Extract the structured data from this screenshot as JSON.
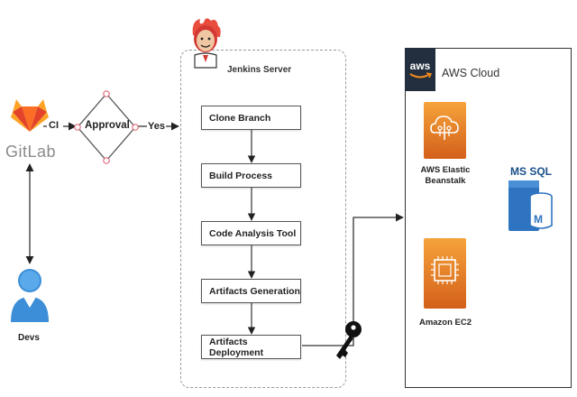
{
  "gitlab": {
    "label": "GitLab"
  },
  "devs": {
    "label": "Devs"
  },
  "flow": {
    "ci_label": "CI",
    "approval_label": "Approval",
    "yes_label": "Yes"
  },
  "jenkins": {
    "title": "Jenkins Server",
    "steps": [
      "Clone Branch",
      "Build Process",
      "Code Analysis Tool",
      "Artifacts Generation",
      "Artifacts Deployment"
    ]
  },
  "aws": {
    "logo_text": "aws",
    "title": "AWS Cloud",
    "services": [
      {
        "name": "AWS Elastic Beanstalk",
        "line1": "AWS Elastic",
        "line2": "Beanstalk"
      },
      {
        "name": "Amazon EC2",
        "line1": "Amazon EC2"
      }
    ],
    "database": "MS SQL",
    "database_mark": "M"
  },
  "colors": {
    "gitlab_orange": "#e24329",
    "gitlab_light": "#fca326",
    "approval_marker": "#e06c7a",
    "aws_dark": "#232f3e",
    "aws_orange": "#f28b1e",
    "mssql_blue": "#2f74c0",
    "devs_blue": "#3d8ed8"
  }
}
